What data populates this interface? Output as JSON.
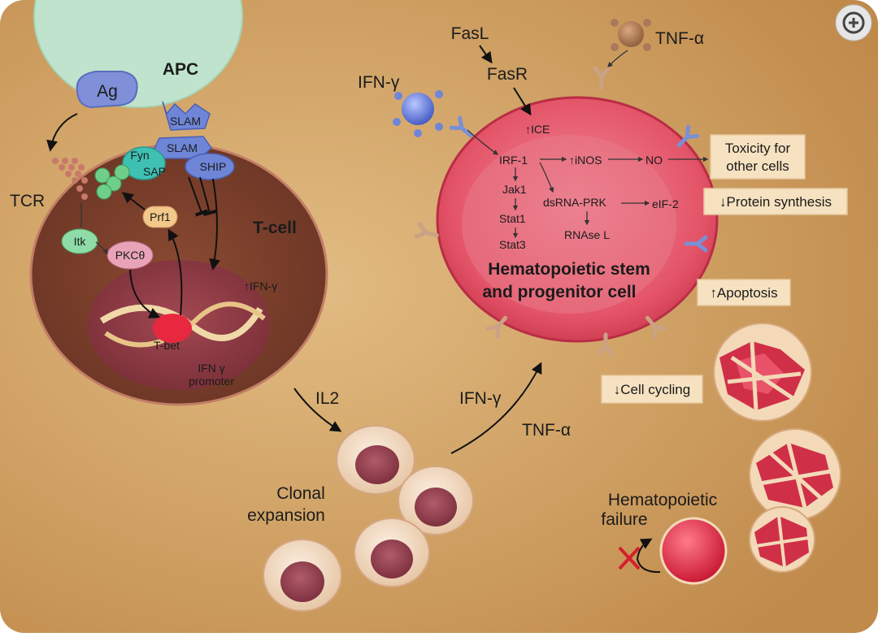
{
  "labels": {
    "apc": "APC",
    "ag": "Ag",
    "tcr": "TCR",
    "slam_top": "SLAM",
    "slam_bottom": "SLAM",
    "fyn": "Fyn",
    "sap": "SAP",
    "ship": "SHIP",
    "prf1": "Prf1",
    "itk": "Itk",
    "pkc": "PKCθ",
    "tcell": "T-cell",
    "tbet": "T-bet",
    "ifng_up": "↑IFN-γ",
    "ifng_promoter_line1": "IFN γ",
    "ifng_promoter_line2": "promoter",
    "il2": "IL2",
    "clonal_line1": "Clonal",
    "clonal_line2": "expansion",
    "ifng_mid": "IFN-γ",
    "tnfa_mid": "TNF-α",
    "fasl": "FasL",
    "fasr": "FasR",
    "ifng_top": "IFN-γ",
    "tnfa_top": "TNF-α",
    "ice": "↑ICE",
    "irf1": "IRF-1",
    "inos": "↑iNOS",
    "no": "NO",
    "jak1": "Jak1",
    "stat1": "Stat1",
    "stat3": "Stat3",
    "dsrna": "dsRNA-PRK",
    "eif2": "eIF-2",
    "rnase": "RNAse L",
    "hsc_line1": "Hematopoietic stem",
    "hsc_line2": "and progenitor cell",
    "toxicity_line1": "Toxicity for",
    "toxicity_line2": "other cells",
    "protein": "↓Protein synthesis",
    "apoptosis": "↑Apoptosis",
    "cycling": "↓Cell cycling",
    "failure_line1": "Hematopoietic",
    "failure_line2": "failure"
  },
  "icons": {
    "zoom": "zoom-in-icon"
  },
  "colors": {
    "background": "#c99657",
    "apc": "#bfe3cc",
    "tcell_outer": "#7a3f2c",
    "hsc": "#e0485e",
    "nucleus": "#8e3b44",
    "receptor": "#7d8fd6"
  }
}
